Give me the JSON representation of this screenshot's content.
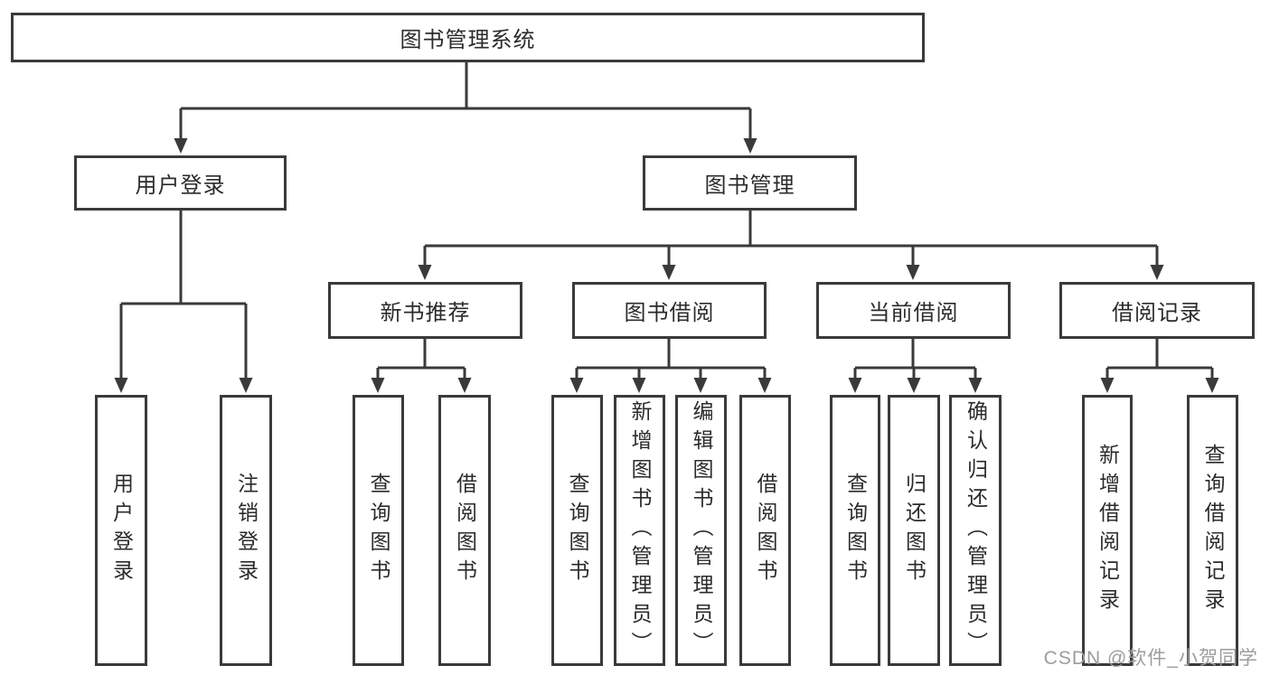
{
  "diagram": {
    "root": {
      "label": "图书管理系统"
    },
    "level2": [
      {
        "label": "用户登录"
      },
      {
        "label": "图书管理"
      }
    ],
    "level3": [
      {
        "label": "新书推荐"
      },
      {
        "label": "图书借阅"
      },
      {
        "label": "当前借阅"
      },
      {
        "label": "借阅记录"
      }
    ],
    "leaves": {
      "user_login": [
        "用户登录",
        "注销登录"
      ],
      "new_book": [
        "查询图书",
        "借阅图书"
      ],
      "borrow": [
        "查询图书",
        "新增图书（管理员）",
        "编辑图书（管理员）",
        "借阅图书"
      ],
      "current": [
        "查询图书",
        "归还图书",
        "确认归还（管理员）"
      ],
      "records": [
        "新增借阅记录",
        "查询借阅记录"
      ]
    },
    "colors": {
      "line": "#3a3a3a",
      "text": "#2b2b2b",
      "watermark": "#9d9d9d",
      "background": "#ffffff"
    },
    "watermark": "CSDN @软件_小贺同学"
  }
}
